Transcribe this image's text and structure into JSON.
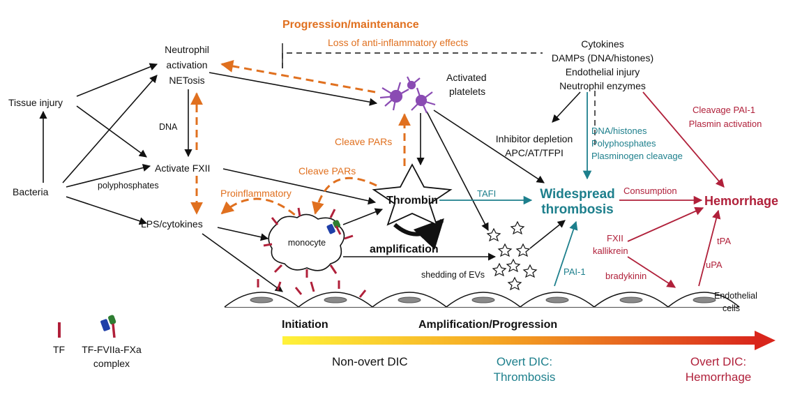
{
  "colors": {
    "black": "#111111",
    "orange": "#e0701f",
    "teal": "#1d7f8c",
    "red": "#b0203a",
    "platelet_purple": "#8a4bb3",
    "tf_red": "#b0203a",
    "complex_blue": "#1f3fa8",
    "complex_green": "#2e7d32",
    "gradient_start": "#fff23a",
    "gradient_end": "#d9261c"
  },
  "nodes": {
    "tissue_injury": "Tissue injury",
    "bacteria": "Bacteria",
    "neutrophil_l1": "Neutrophil",
    "neutrophil_l2": "activation",
    "neutrophil_l3": "NETosis",
    "activate_fxii": "Activate FXII",
    "lps": "LPS/cytokines",
    "monocyte": "monocyte",
    "activated_platelets_l1": "Activated",
    "activated_platelets_l2": "platelets",
    "thrombin": "Thrombin",
    "amplification": "amplification",
    "shedding": "shedding of EVs",
    "widespread_l1": "Widespread",
    "widespread_l2": "thrombosis",
    "hemorrhage": "Hemorrhage",
    "endothelial_l1": "Endothelial",
    "endothelial_l2": "cells"
  },
  "edge_labels": {
    "dna": "DNA",
    "polyphosphates": "polyphosphates",
    "progression_maintenance": "Progression/maintenance",
    "loss_anti_inflammatory": "Loss of anti-inflammatory effects",
    "cleave_pars_upper": "Cleave PARs",
    "cleave_pars_lower": "Cleave PARs",
    "proinflammatory": "Proinflammatory",
    "tafi": "TAFI",
    "pai1": "PAI-1",
    "consumption": "Consumption",
    "inhibitor_l1": "Inhibitor depletion",
    "inhibitor_l2": "APC/AT/TFPI",
    "teal_list": [
      "DNA/histones",
      "Polyphosphates",
      "Plasminogen cleavage"
    ],
    "cytokine_list": [
      "Cytokines",
      "DAMPs (DNA/histones)",
      "Endothelial injury",
      "Neutrophil enzymes"
    ],
    "cleavage_l1": "Cleavage PAI-1",
    "cleavage_l2": "Plasmin activation",
    "fxii": "FXII",
    "kallikrein": "kallikrein",
    "bradykinin": "bradykinin",
    "tpa": "tPA",
    "upa": "uPA"
  },
  "phases": {
    "initiation": "Initiation",
    "amplification_progression": "Amplification/Progression"
  },
  "stages": {
    "non_overt": "Non-overt DIC",
    "overt_thrombosis_l1": "Overt DIC:",
    "overt_thrombosis_l2": "Thrombosis",
    "overt_hemorrhage_l1": "Overt DIC:",
    "overt_hemorrhage_l2": "Hemorrhage"
  },
  "legend": {
    "tf": "TF",
    "complex_l1": "TF-FVIIa-FXa",
    "complex_l2": "complex"
  }
}
